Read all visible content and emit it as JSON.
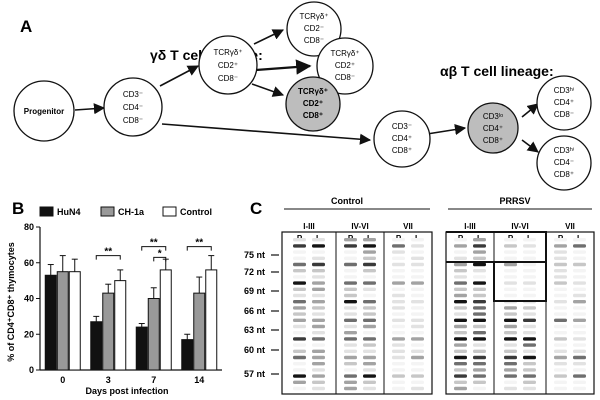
{
  "panelA": {
    "letter": "A",
    "gd_title_greek": "γδ",
    "gd_title_rest": " T cell lineage:",
    "ab_title_greek": "αβ",
    "ab_title_rest": " T cell lineage:",
    "progenitor": "Progenitor",
    "dn": [
      "CD3⁻",
      "CD4⁻",
      "CD8⁻"
    ],
    "gd_node1": [
      "TCRγδ⁺",
      "CD2⁺",
      "CD8⁻"
    ],
    "gd_top": [
      "TCRγδ⁺",
      "CD2⁻",
      "CD8⁻"
    ],
    "gd_mid": [
      "TCRγδ⁺",
      "CD2⁺",
      "CD8⁻"
    ],
    "gd_shaded": [
      "TCRγδ⁺",
      "CD2⁺",
      "CD8⁺"
    ],
    "ab_dp": [
      "CD3⁻",
      "CD4⁺",
      "CD8⁺"
    ],
    "ab_lo": [
      "CD3ˡᵒ",
      "CD4⁺",
      "CD8⁺"
    ],
    "ab_cd4": [
      "CD3ʰⁱ",
      "CD4⁺",
      "CD8⁻"
    ],
    "ab_cd8": [
      "CD3ʰⁱ",
      "CD4⁻",
      "CD8⁺"
    ]
  },
  "panelB": {
    "letter": "B",
    "legend": [
      {
        "label": "HuN4",
        "color": "#111111"
      },
      {
        "label": "CH-1a",
        "color": "#999999"
      },
      {
        "label": "Control",
        "color": "#ffffff"
      }
    ],
    "sig": [
      "**",
      "**",
      "*",
      "**"
    ],
    "chart_data": {
      "type": "bar",
      "categories": [
        "0",
        "3",
        "7",
        "14"
      ],
      "xlabel": "Days post infection",
      "ylabel": "% of CD4⁺CD8⁺ thymocytes",
      "ylim": [
        0,
        80
      ],
      "yticks": [
        "0",
        "20",
        "40",
        "60",
        "80"
      ],
      "series": [
        {
          "name": "HuN4",
          "values": [
            53,
            27,
            24,
            17
          ],
          "errors": [
            6,
            3,
            2,
            3
          ]
        },
        {
          "name": "CH-1a",
          "values": [
            55,
            43,
            40,
            43
          ],
          "errors": [
            9,
            5,
            6,
            9
          ]
        },
        {
          "name": "Control",
          "values": [
            55,
            50,
            56,
            56
          ],
          "errors": [
            7,
            6,
            6,
            8
          ]
        }
      ]
    }
  },
  "panelC": {
    "letter": "C",
    "control_title": "Control",
    "prrsv_title": "PRRSV",
    "groups": [
      "I-III",
      "IV-VI",
      "VII"
    ],
    "lanes": [
      "P",
      "L"
    ],
    "sizes": [
      "75 nt",
      "72 nt",
      "69 nt",
      "66 nt",
      "63 nt",
      "60 nt",
      "57 nt"
    ]
  }
}
